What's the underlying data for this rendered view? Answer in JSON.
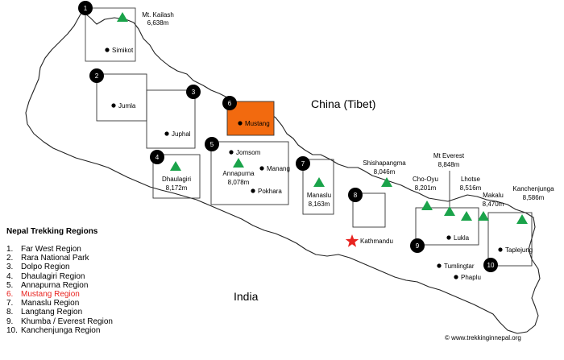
{
  "colors": {
    "highlight": "#f26a0f",
    "peak": "#1aa34a",
    "star": "#e8231f",
    "legend_active": "#e8231f"
  },
  "labels": {
    "china": "China (Tibet)",
    "india": "India",
    "credit": "© www.trekkinginnepal.org"
  },
  "legend": {
    "title": "Nepal Trekking Regions",
    "items": [
      {
        "num": "1.",
        "label": "Far West Region"
      },
      {
        "num": "2.",
        "label": "Rara National Park"
      },
      {
        "num": "3.",
        "label": "Dolpo Region"
      },
      {
        "num": "4.",
        "label": "Dhaulagiri Region"
      },
      {
        "num": "5.",
        "label": "Annapurna Region"
      },
      {
        "num": "6.",
        "label": "Mustang Region",
        "active": true
      },
      {
        "num": "7.",
        "label": "Manaslu Region"
      },
      {
        "num": "8.",
        "label": "Langtang Region"
      },
      {
        "num": "9.",
        "label": "Khumba / Everest Region"
      },
      {
        "num": "10.",
        "label": "Kanchenjunga Region"
      }
    ]
  },
  "regions": [
    {
      "num": "1"
    },
    {
      "num": "2"
    },
    {
      "num": "3"
    },
    {
      "num": "4"
    },
    {
      "num": "5"
    },
    {
      "num": "6",
      "highlighted": true
    },
    {
      "num": "7"
    },
    {
      "num": "8"
    },
    {
      "num": "9"
    },
    {
      "num": "10"
    }
  ],
  "towns": [
    "Simikot",
    "Jumla",
    "Juphal",
    "Mustang",
    "Jomsom",
    "Manang",
    "Pokhara",
    "Lukla",
    "Tumlingtar",
    "Phaplu",
    "Taplejung"
  ],
  "capital": "Kathmandu",
  "peaks": [
    {
      "name": "Mt. Kailash",
      "height": "6,638m"
    },
    {
      "name": "Dhaulagiri",
      "height": "8,172m"
    },
    {
      "name": "Annapurna",
      "height": "8,078m"
    },
    {
      "name": "Manaslu",
      "height": "8,163m"
    },
    {
      "name": "Shishapangma",
      "height": "8,046m"
    },
    {
      "name": "Cho-Oyu",
      "height": "8,201m"
    },
    {
      "name": "Mt Everest",
      "height": "8,848m"
    },
    {
      "name": "Lhotse",
      "height": "8,516m"
    },
    {
      "name": "Makalu",
      "height": "8,470m"
    },
    {
      "name": "Kanchenjunga",
      "height": "8,586m"
    }
  ]
}
